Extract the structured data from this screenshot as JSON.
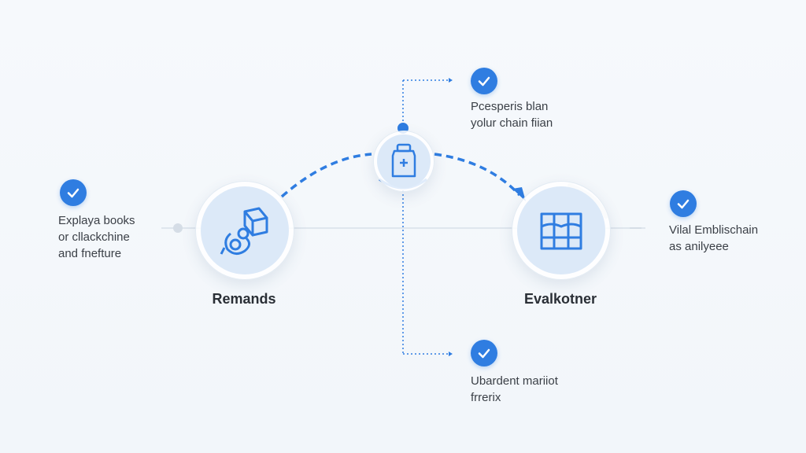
{
  "colors": {
    "accent": "#2f7de1",
    "node_fill": "#dce9f8",
    "background": "#f4f8fb",
    "text": "#2b3139"
  },
  "nodes": {
    "left": {
      "label": "Remands",
      "icon": "cubes-chain-icon"
    },
    "center": {
      "icon": "medical-bottle-icon"
    },
    "right": {
      "label": "Evalkotner",
      "icon": "box-grid-icon"
    }
  },
  "notes": {
    "left": {
      "lines": [
        "Explaya books",
        "or cllackchine",
        "and fnefture"
      ],
      "icon": "check-circle-icon"
    },
    "top": {
      "lines": [
        "Pcesperis blan",
        "yolur chain fiian"
      ],
      "icon": "check-circle-icon"
    },
    "bottom": {
      "lines": [
        "Ubardent mariiot",
        "frrerix"
      ],
      "icon": "check-circle-icon"
    },
    "right": {
      "lines": [
        "Vilal Emblischain",
        "as anilyeee"
      ],
      "icon": "check-circle-icon"
    }
  }
}
